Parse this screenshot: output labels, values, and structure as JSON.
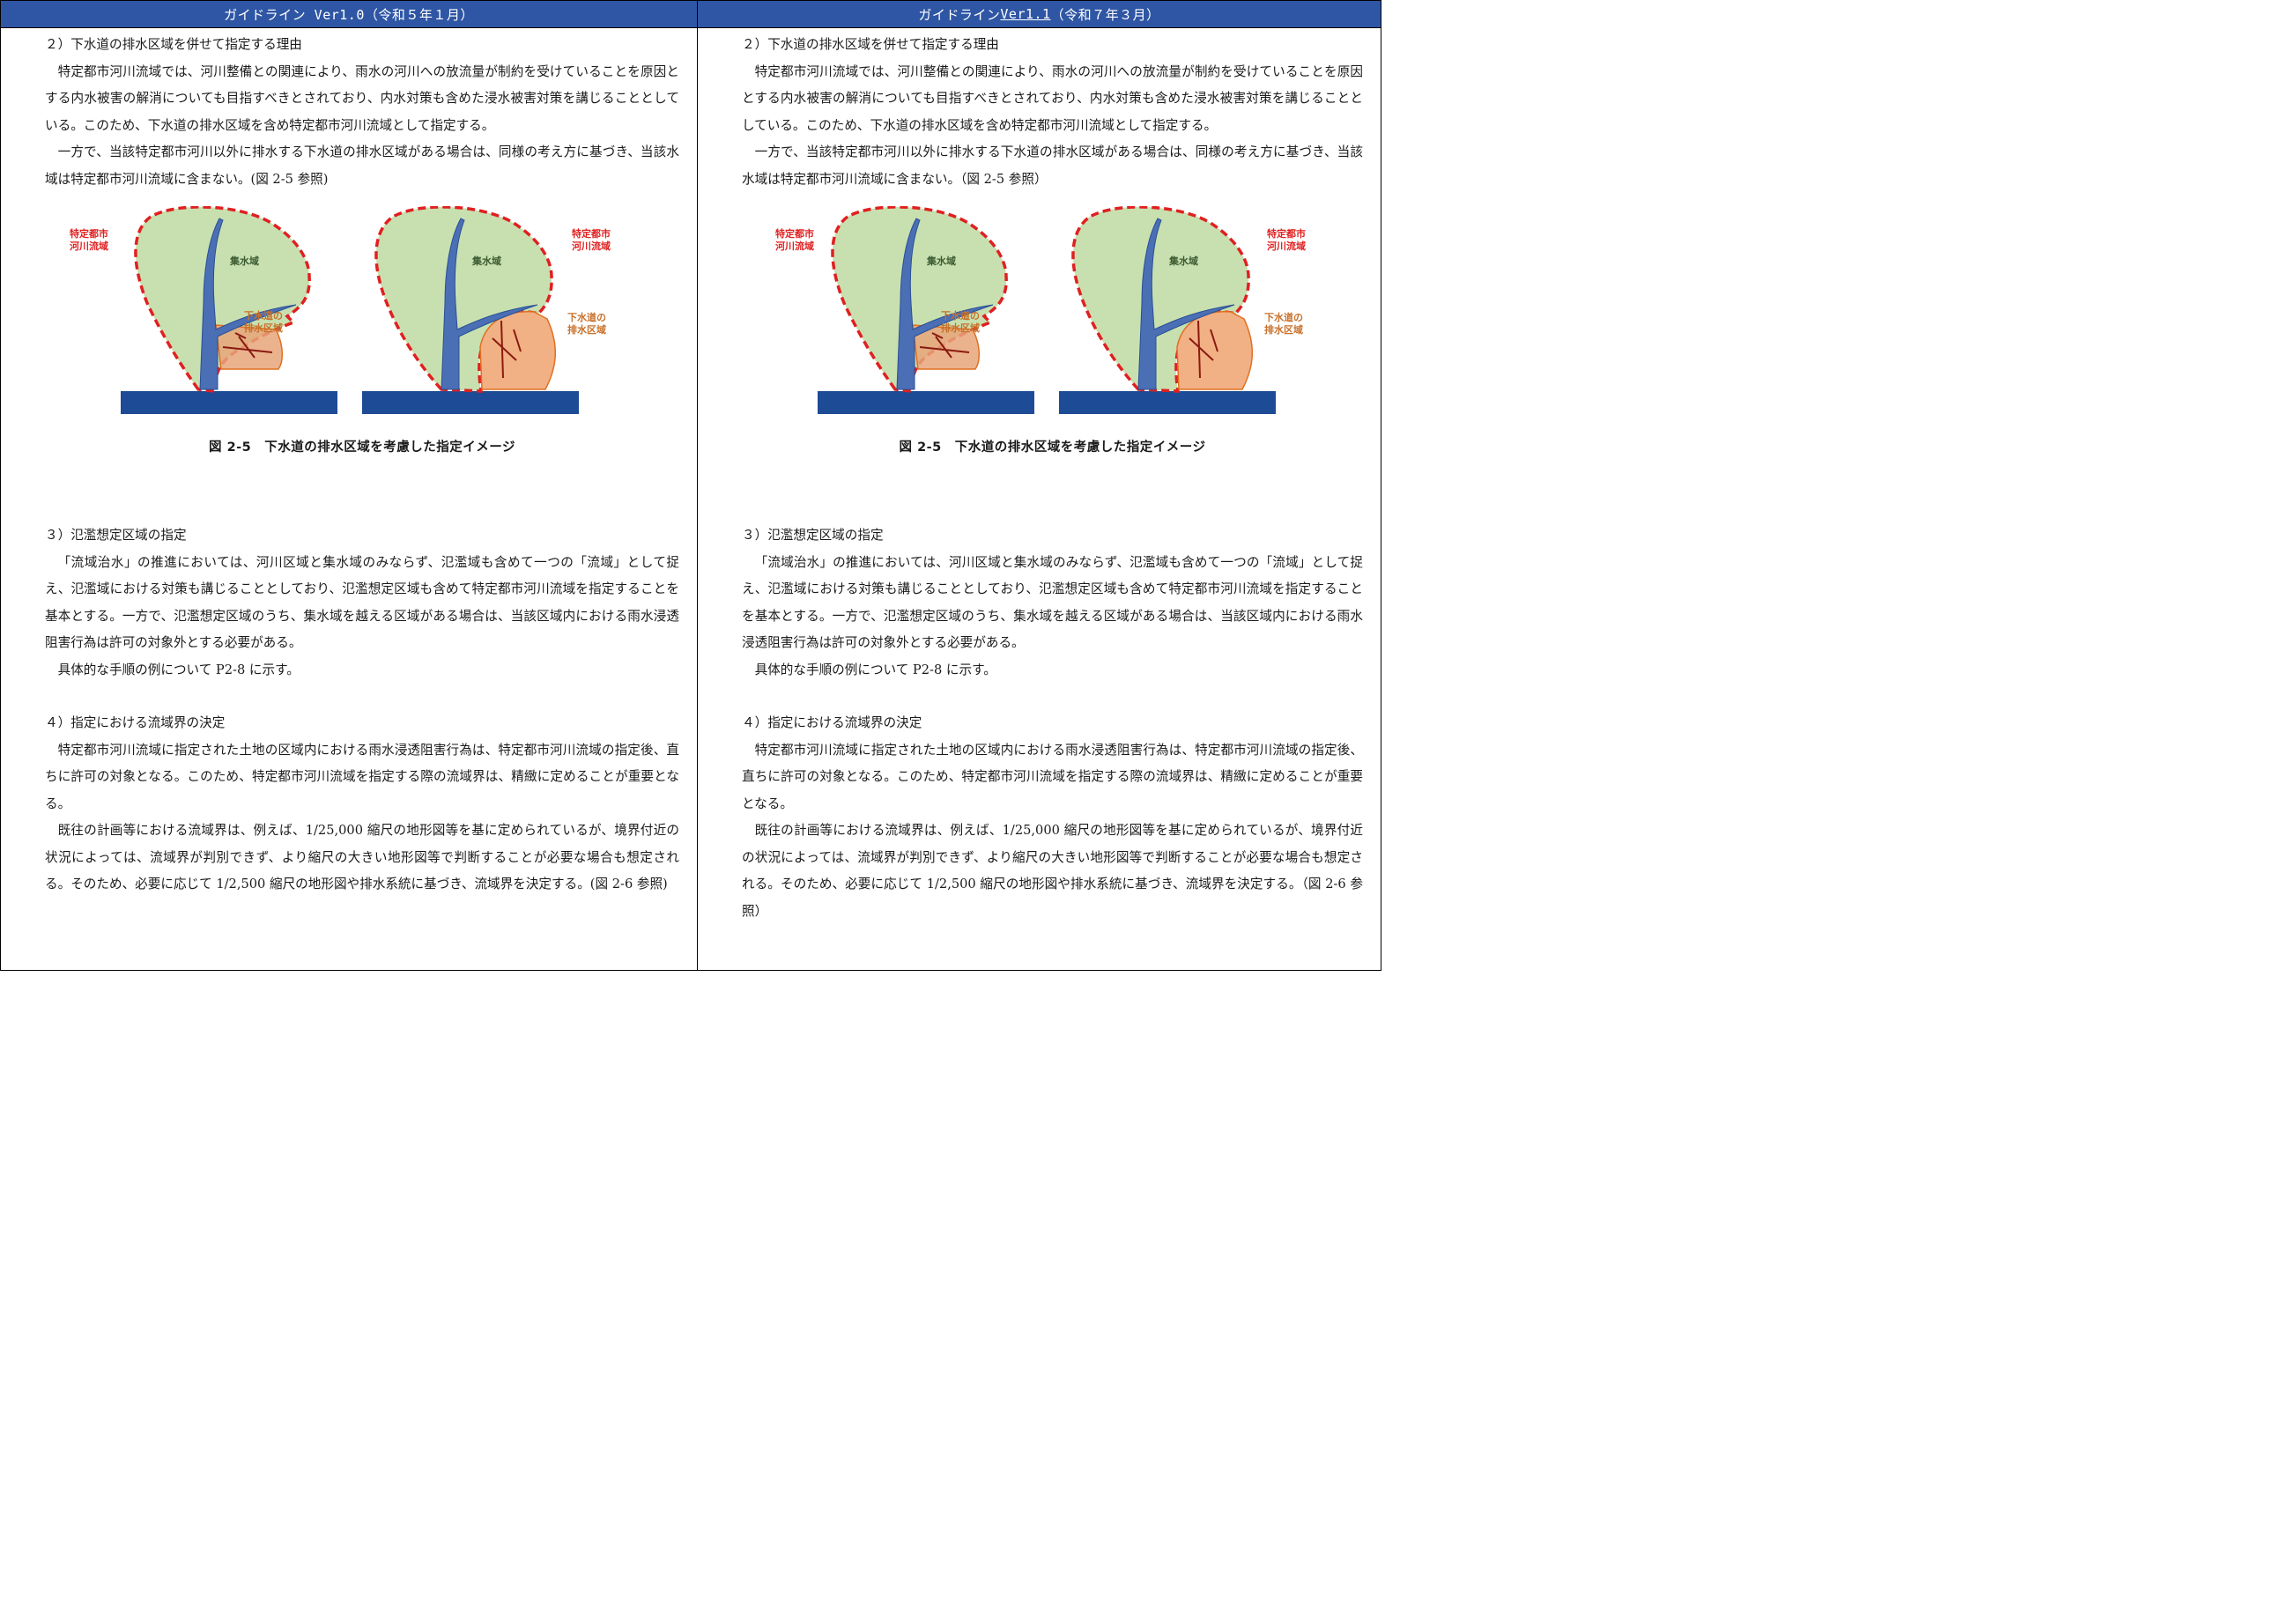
{
  "left": {
    "header": {
      "prefix": "ガイドライン Ver1.0（令和５年１月）"
    },
    "s2_title": "２）下水道の排水区域を併せて指定する理由",
    "s2_p1": "特定都市河川流域では、河川整備との関連により、雨水の河川への放流量が制約を受けていることを原因とする内水被害の解消についても目指すべきとされており、内水対策も含めた浸水被害対策を講じることとしている。このため、下水道の排水区域を含め特定都市河川流域として指定する。",
    "s2_p2": "一方で、当該特定都市河川以外に排水する下水道の排水区域がある場合は、同様の考え方に基づき、当該水域は特定都市河川流域に含まない。(図 2-5 参照)",
    "caption": "図 2-5　下水道の排水区域を考慮した指定イメージ",
    "s3_title": "３）氾濫想定区域の指定",
    "s3_p1": "「流域治水」の推進においては、河川区域と集水域のみならず、氾濫域も含めて一つの「流域」として捉え、氾濫域における対策も講じることとしており、氾濫想定区域も含めて特定都市河川流域を指定することを基本とする。一方で、氾濫想定区域のうち、集水域を越える区域がある場合は、当該区域内における雨水浸透阻害行為は許可の対象外とする必要がある。",
    "s3_p2": "具体的な手順の例について P2-8 に示す。",
    "s4_title": "４）指定における流域界の決定",
    "s4_p1": "特定都市河川流域に指定された土地の区域内における雨水浸透阻害行為は、特定都市河川流域の指定後、直ちに許可の対象となる。このため、特定都市河川流域を指定する際の流域界は、精緻に定めることが重要となる。",
    "s4_p2": "既往の計画等における流域界は、例えば、1/25,000 縮尺の地形図等を基に定められているが、境界付近の状況によっては、流域界が判別できず、より縮尺の大きい地形図等で判断することが必要な場合も想定される。そのため、必要に応じて 1/2,500 縮尺の地形図や排水系統に基づき、流域界を決定する。(図 2-6 参照)"
  },
  "right": {
    "header": {
      "prefix": "ガイドライン ",
      "underlined": "Ver1.1",
      "suffix": "（令和７年３月）"
    },
    "s2_title": "２）下水道の排水区域を併せて指定する理由",
    "s2_p1": "特定都市河川流域では、河川整備との関連により、雨水の河川への放流量が制約を受けていることを原因とする内水被害の解消についても目指すべきとされており、内水対策も含めた浸水被害対策を講じることとしている。このため、下水道の排水区域を含め特定都市河川流域として指定する。",
    "s2_p2": "一方で、当該特定都市河川以外に排水する下水道の排水区域がある場合は、同様の考え方に基づき、当該水域は特定都市河川流域に含まない。（図 2-5 参照）",
    "caption": "図 2-5　下水道の排水区域を考慮した指定イメージ",
    "s3_title": "３）氾濫想定区域の指定",
    "s3_p1": "「流域治水」の推進においては、河川区域と集水域のみならず、氾濫域も含めて一つの「流域」として捉え、氾濫域における対策も講じることとしており、氾濫想定区域も含めて特定都市河川流域を指定することを基本とする。一方で、氾濫想定区域のうち、集水域を越える区域がある場合は、当該区域内における雨水浸透阻害行為は許可の対象外とする必要がある。",
    "s3_p2": "具体的な手順の例について P2-8 に示す。",
    "s4_title": "４）指定における流域界の決定",
    "s4_p1": "特定都市河川流域に指定された土地の区域内における雨水浸透阻害行為は、特定都市河川流域の指定後、直ちに許可の対象となる。このため、特定都市河川流域を指定する際の流域界は、精緻に定めることが重要となる。",
    "s4_p2": "既往の計画等における流域界は、例えば、1/25,000 縮尺の地形図等を基に定められているが、境界付近の状況によっては、流域界が判別できず、より縮尺の大きい地形図等で判断することが必要な場合も想定される。そのため、必要に応じて 1/2,500 縮尺の地形図や排水系統に基づき、流域界を決定する。（図 2-6 参照）"
  },
  "figure_labels": {
    "watershed": "集水域",
    "basin_line1": "特定都市",
    "basin_line2": "河川流域",
    "sewer_line1": "下水道の",
    "sewer_line2": "排水区域"
  },
  "colors": {
    "header_bg": "#2f56a4",
    "catchment_fill": "#c8e0b0",
    "basin_boundary": "#e02020",
    "river": "#4a6fb5",
    "sewer_fill": "#f2b085",
    "sewer_text": "#c8702a"
  }
}
